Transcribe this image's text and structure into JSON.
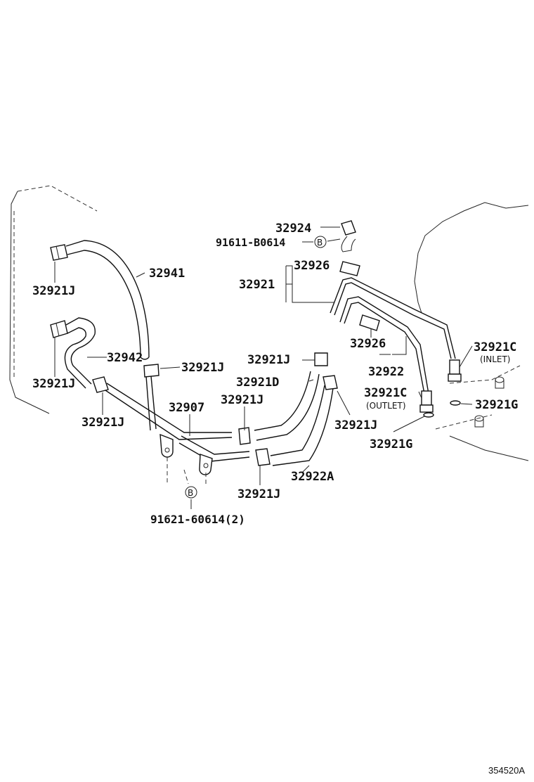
{
  "diagram": {
    "labels": {
      "p32924": "32924",
      "p91611": "91611-B0614",
      "p32941": "32941",
      "p32921j_tl": "32921J",
      "p32942": "32942",
      "p32921j_ml": "32921J",
      "p32921j_bl": "32921J",
      "p32921j_mid": "32921J",
      "p32907": "32907",
      "p32921_assy": "32921",
      "p32926_top": "32926",
      "p32926_mid": "32926",
      "p32922": "32922",
      "p32921j_c1": "32921J",
      "p32921d": "32921D",
      "p32921j_c2": "32921J",
      "p32921j_c3": "32921J",
      "p32922a": "32922A",
      "p32921j_c4": "32921J",
      "p91621": "91621-60614(2)",
      "p32921c_in": "32921C",
      "inlet": "(INLET)",
      "p32921c_out": "32921C",
      "outlet": "(OUTLET)",
      "p32921g_r": "32921G",
      "p32921g_b": "32921G",
      "marker_b1": "B",
      "marker_b2": "B"
    },
    "diagram_code": "354520A"
  }
}
